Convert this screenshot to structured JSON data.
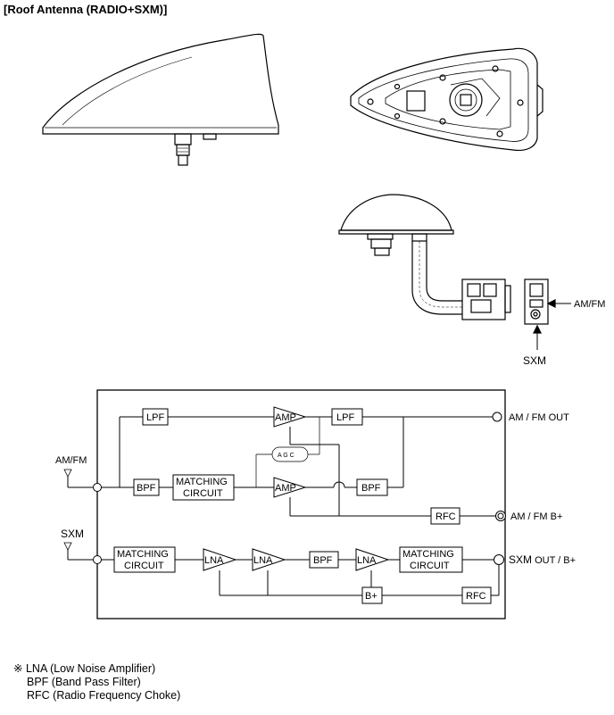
{
  "title": "[Roof Antenna (RADIO+SXM)]",
  "connector_labels": {
    "amfm": "AM/FM",
    "sxm": "SXM"
  },
  "inputs": {
    "amfm": "AM/FM",
    "sxm": "SXM"
  },
  "blocks": {
    "lpf_top": "LPF",
    "amp_top": "AMP",
    "lpf_mid": "LPF",
    "agc": "A G C",
    "bpf_in": "BPF",
    "matching_1": [
      "MATCHING",
      "CIRCUIT"
    ],
    "amp_bottom": "AMP",
    "bpf_mid": "BPF",
    "rfc_amfm": "RFC",
    "matching_2": [
      "MATCHING",
      "CIRCUIT"
    ],
    "lna_1": "LNA",
    "lna_2": "LNA",
    "bpf_sxm": "BPF",
    "lna_3": "LNA",
    "matching_3": [
      "MATCHING",
      "CIRCUIT"
    ],
    "bplus": "B+",
    "rfc_sxm": "RFC"
  },
  "outputs": {
    "amfm_out": "AM / FM OUT",
    "amfm_bplus": "AM / FM B+",
    "sxm_prefix": "SXM",
    "sxm_suffix": " OUT / B+"
  },
  "notes": {
    "symbol": "※",
    "lna": "LNA (Low Noise Amplifier)",
    "bpf": "BPF (Band Pass Filter)",
    "rfc": "RFC (Radio Frequency Choke)"
  }
}
